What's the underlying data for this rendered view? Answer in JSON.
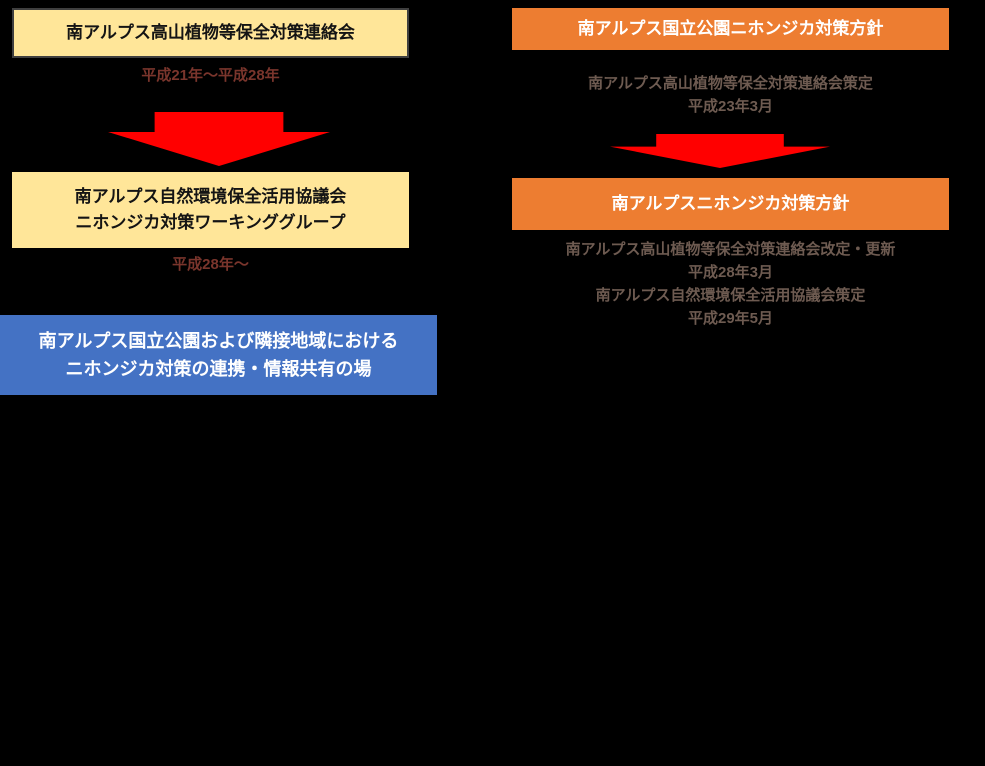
{
  "canvas": {
    "background": "#000000"
  },
  "colors": {
    "yellow_box": "#FFE699",
    "blue_box": "#4472C4",
    "orange_box": "#ED7D31",
    "arrow_red": "#FF0000",
    "period_text": "#7A352C",
    "note_text": "#6E5B51",
    "box_text_dark": "#141414",
    "box_text_light": "#FFFFFF"
  },
  "left_flow": {
    "council_box": {
      "label": "南アルプス高山植物等保全対策連絡会"
    },
    "period1": "平成21年～平成28年",
    "working_group_box": {
      "line1": "南アルプス自然環境保全活用協議会",
      "line2": "ニホンジカ対策ワーキンググループ"
    },
    "period2": "平成28年～",
    "purpose_box": {
      "line1": "南アルプス国立公園および隣接地域における",
      "line2": "ニホンジカ対策の連携・情報共有の場"
    }
  },
  "right_flow": {
    "policy_box1": {
      "label": "南アルプス国立公園ニホンジカ対策方針"
    },
    "note1": [
      "南アルプス高山植物等保全対策連絡会策定",
      "平成23年3月"
    ],
    "policy_box2": {
      "label": "南アルプスニホンジカ対策方針"
    },
    "note2": [
      "南アルプス高山植物等保全対策連絡会改定・更新",
      "平成28年3月",
      "南アルプス自然環境保全活用協議会策定",
      "平成29年5月"
    ]
  }
}
